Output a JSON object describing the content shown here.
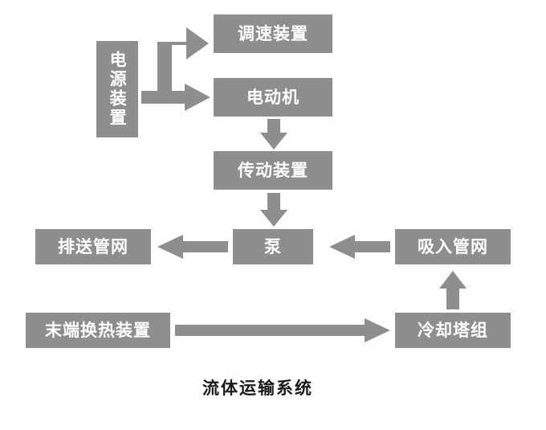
{
  "diagram": {
    "caption": "流体运输系统",
    "node_color": "#8e8e8e",
    "arrow_color": "#8e8e8e",
    "text_color": "#ffffff",
    "caption_color": "#1a1a1a",
    "nodes": [
      {
        "id": "power",
        "label": "电源装置",
        "orientation": "vertical"
      },
      {
        "id": "speed",
        "label": "调速装置",
        "orientation": "horizontal"
      },
      {
        "id": "motor",
        "label": "电动机",
        "orientation": "horizontal"
      },
      {
        "id": "transmission",
        "label": "传动装置",
        "orientation": "horizontal"
      },
      {
        "id": "pump",
        "label": "泵",
        "orientation": "horizontal"
      },
      {
        "id": "discharge",
        "label": "排送管网",
        "orientation": "horizontal"
      },
      {
        "id": "suction",
        "label": "吸入管网",
        "orientation": "horizontal"
      },
      {
        "id": "terminal",
        "label": "末端换热装置",
        "orientation": "horizontal"
      },
      {
        "id": "cooling",
        "label": "冷却塔组",
        "orientation": "horizontal"
      }
    ],
    "edges": [
      {
        "from": "power",
        "to": "speed",
        "direction": "up-right"
      },
      {
        "from": "power",
        "to": "motor",
        "direction": "right"
      },
      {
        "from": "motor",
        "to": "transmission",
        "direction": "down"
      },
      {
        "from": "transmission",
        "to": "pump",
        "direction": "down"
      },
      {
        "from": "pump",
        "to": "discharge",
        "direction": "left"
      },
      {
        "from": "suction",
        "to": "pump",
        "direction": "left"
      },
      {
        "from": "cooling",
        "to": "suction",
        "direction": "up"
      },
      {
        "from": "terminal",
        "to": "cooling",
        "direction": "right"
      }
    ]
  }
}
